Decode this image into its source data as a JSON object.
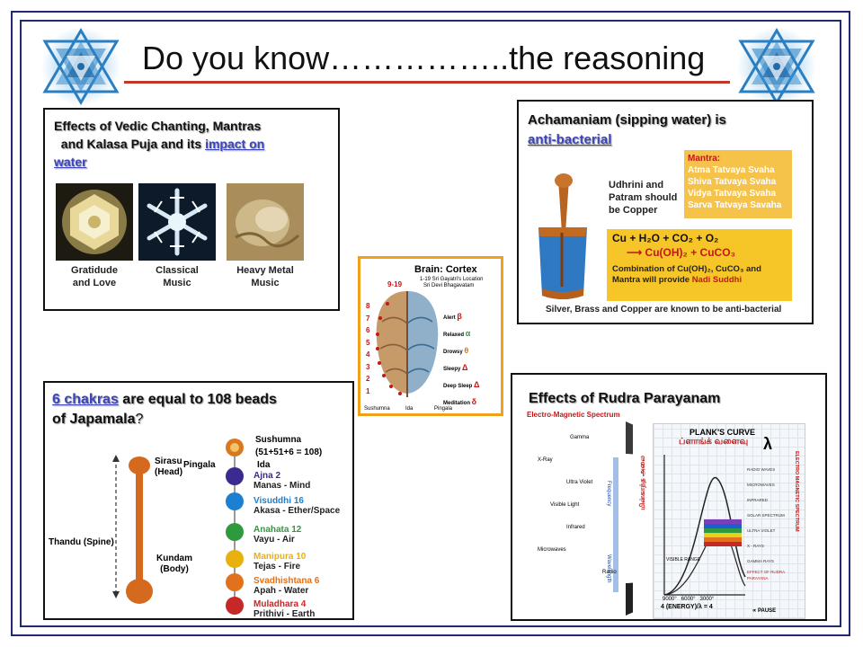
{
  "title": "Do you know……………..the reasoning",
  "panel_water": {
    "line1": "Effects of Vedic Chanting, Mantras",
    "line2a": "and  Kalasa Puja and its ",
    "link1": "impact on",
    "link2": "water",
    "captions": [
      {
        "a": "Gratidude",
        "b": "and Love"
      },
      {
        "a": "Classical",
        "b": "Music"
      },
      {
        "a": "Heavy Metal",
        "b": "Music"
      }
    ]
  },
  "panel_achamaniam": {
    "line1": "Achamaniam (sipping water) is",
    "link": " anti-bacterial",
    "note1": "Udhrini and",
    "note2": "Patram should",
    "note3": "be Copper",
    "mantra_title": "Mantra:",
    "mantras": [
      "Atma Tatvaya Svaha",
      "Shiva Tatvaya Svaha",
      "Vidya Tatvaya Svaha",
      "Sarva Tatvaya Savaha"
    ],
    "eq1": "Cu + H₂O + CO₂ + O₂",
    "eq2": "⟶  Cu(OH)₂ + CuCO₃",
    "combo1": "Combination of Cu(OH)₂, CuCO₃ and",
    "combo2a": "Mantra will provide ",
    "combo2b": "Nadi Suddhi",
    "footer": "Silver, Brass and Copper are known to be anti-bacterial"
  },
  "panel_brain": {
    "title": "Brain: Cortex",
    "subtitle": "1-19 Sri Gayatri's Location",
    "subtitle2": "Sri Devi Bhagavatam",
    "range": "9-19",
    "numbers": [
      "8",
      "7",
      "6",
      "5",
      "4",
      "3",
      "2",
      "1"
    ],
    "waves": [
      {
        "label": "Alert",
        "greek": "β"
      },
      {
        "label": "Relaxed",
        "greek": "α"
      },
      {
        "label": "Drowsy",
        "greek": "θ"
      },
      {
        "label": "Sleepy",
        "greek": "Δ"
      },
      {
        "label": "Deep Sleep",
        "greek": "Δ"
      },
      {
        "label": "Meditation",
        "greek": "δ"
      }
    ],
    "bottom_left": "Sushumna",
    "bottom_mid": "Ida",
    "bottom_right": "Pingala"
  },
  "panel_chakras": {
    "link": " 6 chakras",
    "line1": " are equal to 108 beads",
    "line2": "of Japamala",
    "qmark": "?",
    "sushumna": "Sushumna",
    "formula": "(51+51+6 = 108)",
    "pingala": "Pingala",
    "ida": "Ida",
    "sirasu": "Sirasu",
    "head": "(Head)",
    "thandu": "Thandu (Spine)",
    "kundam": "Kundam",
    "body": "(Body)",
    "chakras": [
      {
        "name": "Ajna 2",
        "sub": "Manas - Mind",
        "color": "#3b2a8f"
      },
      {
        "name": "Visuddhi 16",
        "sub": "Akasa - Ether/Space",
        "color": "#1d7fd1"
      },
      {
        "name": "Anahata 12",
        "sub": "Vayu - Air",
        "color": "#2e9a3e"
      },
      {
        "name": "Manipura 10",
        "sub": "Tejas - Fire",
        "color": "#e8b10e"
      },
      {
        "name": "Svadhishtana 6",
        "sub": "Apah - Water",
        "color": "#e2711d"
      },
      {
        "name": "Muladhara 4",
        "sub": "Prithivi - Earth",
        "color": "#c62828"
      }
    ]
  },
  "panel_rudra": {
    "title": "Effects of Rudra Parayanam",
    "spectrum_title": "Electro-Magnetic Spectrum",
    "bands": [
      {
        "name": "Gamma",
        "color": "#222222"
      },
      {
        "name": "X-Ray",
        "color": "#555555"
      },
      {
        "name": "Ultra Violet",
        "color": "#7b3fb5"
      },
      {
        "name": "Visible Light",
        "color": "#e0c61d"
      },
      {
        "name": "Infrared",
        "color": "#d9341f"
      },
      {
        "name": "Microwaves",
        "color": "#8a1f1f"
      },
      {
        "name": "Radio",
        "color": "#3a3a3a"
      }
    ],
    "frequency": "Frequency",
    "wavelength": "Wavelength",
    "plank": "PLANK'S CURVE",
    "tamil": "ப்ளாங்க் வளைவு",
    "lambda": "λ",
    "side_right": "ELECTRO MAGNETIC SPECTRUM",
    "side_left": "மின்காந்த அலை",
    "visible_range": "VISIBLE RANGE",
    "ticks": [
      "9000°",
      "6000°",
      "3000°"
    ],
    "notes": [
      "RADIO WAVES",
      "MICROWAVES",
      "INFRARED",
      "SOLAR SPECTRUM",
      "ULTRA VIOLET",
      "X - RAYS",
      "GAMMA RAYS",
      "EFFECT OF RUDRA PARAYANA"
    ],
    "formula": "4 (ENERGY)/λ = 4",
    "pause": "∝ PAUSE"
  }
}
